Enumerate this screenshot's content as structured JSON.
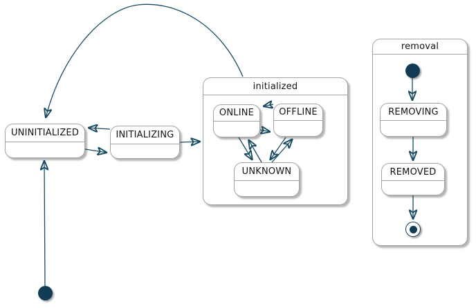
{
  "diagram": {
    "kind": "uml-state-diagram",
    "background": "#ffffff",
    "colors": {
      "transition_line": "#174a61",
      "pseudostate_fill": "#123c55",
      "state_border": "#a3a3a3",
      "state_fill": "#ffffff",
      "text": "#111111"
    },
    "composite_states": {
      "initialized": {
        "title": "initialized",
        "children": [
          "ONLINE",
          "OFFLINE",
          "UNKNOWN"
        ]
      },
      "removal": {
        "title": "removal",
        "children": [
          "REMOVING",
          "REMOVED"
        ]
      }
    },
    "states": {
      "uninitialized": {
        "label": "UNINITIALIZED"
      },
      "initializing": {
        "label": "INITIALIZING"
      },
      "online": {
        "label": "ONLINE"
      },
      "offline": {
        "label": "OFFLINE"
      },
      "unknown": {
        "label": "UNKNOWN"
      },
      "removing": {
        "label": "REMOVING"
      },
      "removed": {
        "label": "REMOVED"
      }
    },
    "pseudostates": [
      {
        "id": "initial-main",
        "type": "initial"
      },
      {
        "id": "initial-removal",
        "type": "initial"
      },
      {
        "id": "final-removal",
        "type": "final"
      }
    ],
    "transitions": [
      {
        "from": "initial-main",
        "to": "UNINITIALIZED"
      },
      {
        "from": "UNINITIALIZED",
        "to": "INITIALIZING"
      },
      {
        "from": "INITIALIZING",
        "to": "UNINITIALIZED"
      },
      {
        "from": "INITIALIZING",
        "to": "initialized"
      },
      {
        "from": "initialized",
        "to": "UNINITIALIZED"
      },
      {
        "from": "OFFLINE",
        "to": "ONLINE"
      },
      {
        "from": "ONLINE",
        "to": "OFFLINE"
      },
      {
        "from": "ONLINE",
        "to": "UNKNOWN"
      },
      {
        "from": "UNKNOWN",
        "to": "ONLINE"
      },
      {
        "from": "OFFLINE",
        "to": "UNKNOWN"
      },
      {
        "from": "UNKNOWN",
        "to": "OFFLINE"
      },
      {
        "from": "initial-removal",
        "to": "REMOVING"
      },
      {
        "from": "REMOVING",
        "to": "REMOVED"
      },
      {
        "from": "REMOVED",
        "to": "final-removal"
      }
    ]
  }
}
